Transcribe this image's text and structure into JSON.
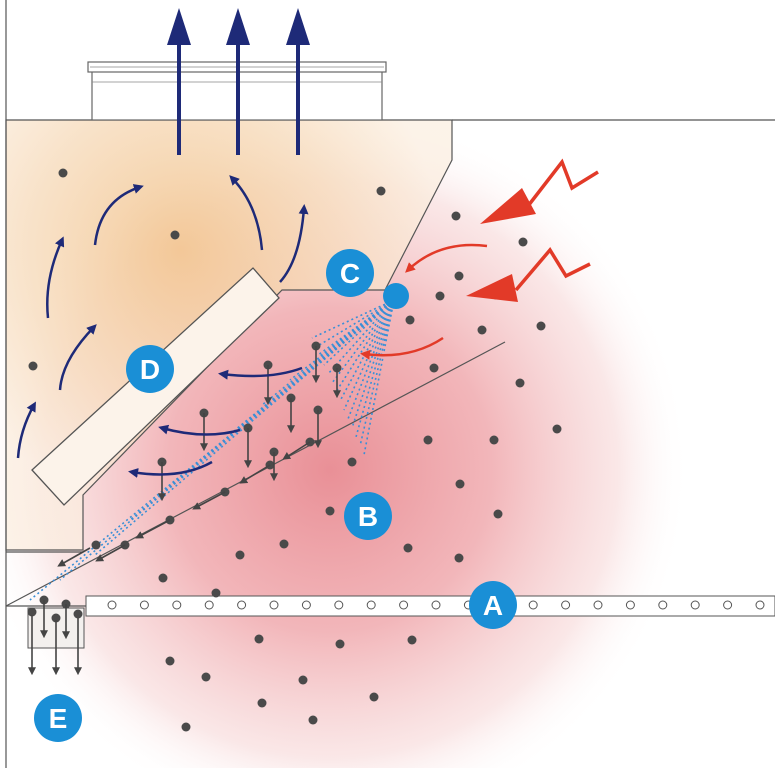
{
  "colors": {
    "background": "#ffffff",
    "housing_fill": "#f8e8d6",
    "hot_zone": "#e8888f",
    "warm_zone": "#f0b070",
    "exhaust_arrow": "#1e2a78",
    "circulation_arrow": "#1e2a78",
    "heat_arrow": "#e23a28",
    "spray": "#3a8fd6",
    "label_circle": "#1a8fd6",
    "particle": "#444444",
    "outline": "#555555"
  },
  "labels": {
    "a": "A",
    "b": "B",
    "c": "C",
    "d": "D",
    "e": "E"
  },
  "icons": {
    "exhaust": "up-arrow-icon",
    "radiant_heat": "zigzag-heat-arrow-icon",
    "nozzle": "spray-nozzle-icon"
  }
}
